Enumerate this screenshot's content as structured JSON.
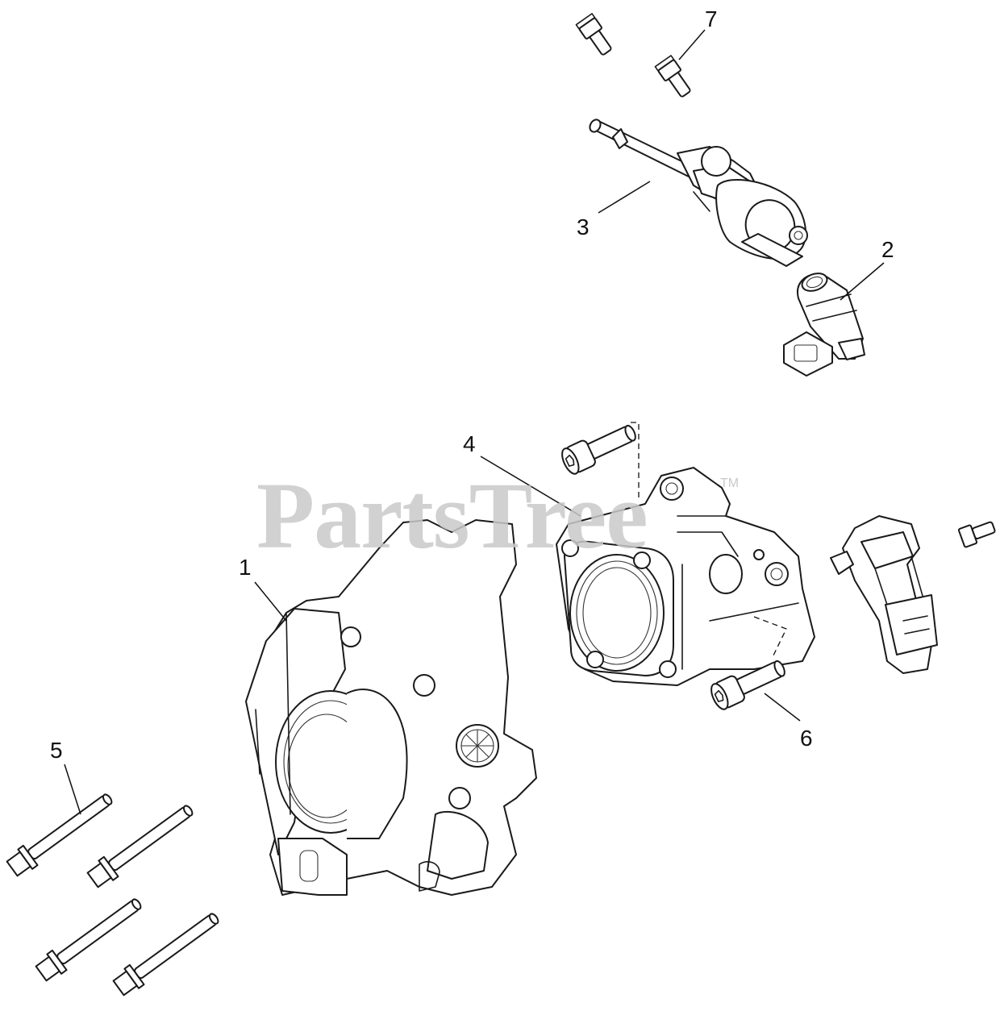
{
  "watermark": {
    "text": "PartsTree",
    "trademark": "TM"
  },
  "callouts": [
    {
      "id": "1",
      "label": "1"
    },
    {
      "id": "2",
      "label": "2"
    },
    {
      "id": "3",
      "label": "3"
    },
    {
      "id": "4",
      "label": "4"
    },
    {
      "id": "5",
      "label": "5"
    },
    {
      "id": "6",
      "label": "6"
    },
    {
      "id": "7",
      "label": "7"
    }
  ],
  "parts": [
    {
      "callout": "1",
      "icon": "throttle-body-icon"
    },
    {
      "callout": "2",
      "icon": "fuel-injector-icon"
    },
    {
      "callout": "3",
      "icon": "fuel-rail-icon"
    },
    {
      "callout": "4",
      "icon": "intake-adapter-icon"
    },
    {
      "callout": "5",
      "icon": "long-flange-bolt-icon"
    },
    {
      "callout": "6",
      "icon": "socket-cap-screw-icon"
    },
    {
      "callout": "7",
      "icon": "flange-bolt-icon"
    }
  ]
}
